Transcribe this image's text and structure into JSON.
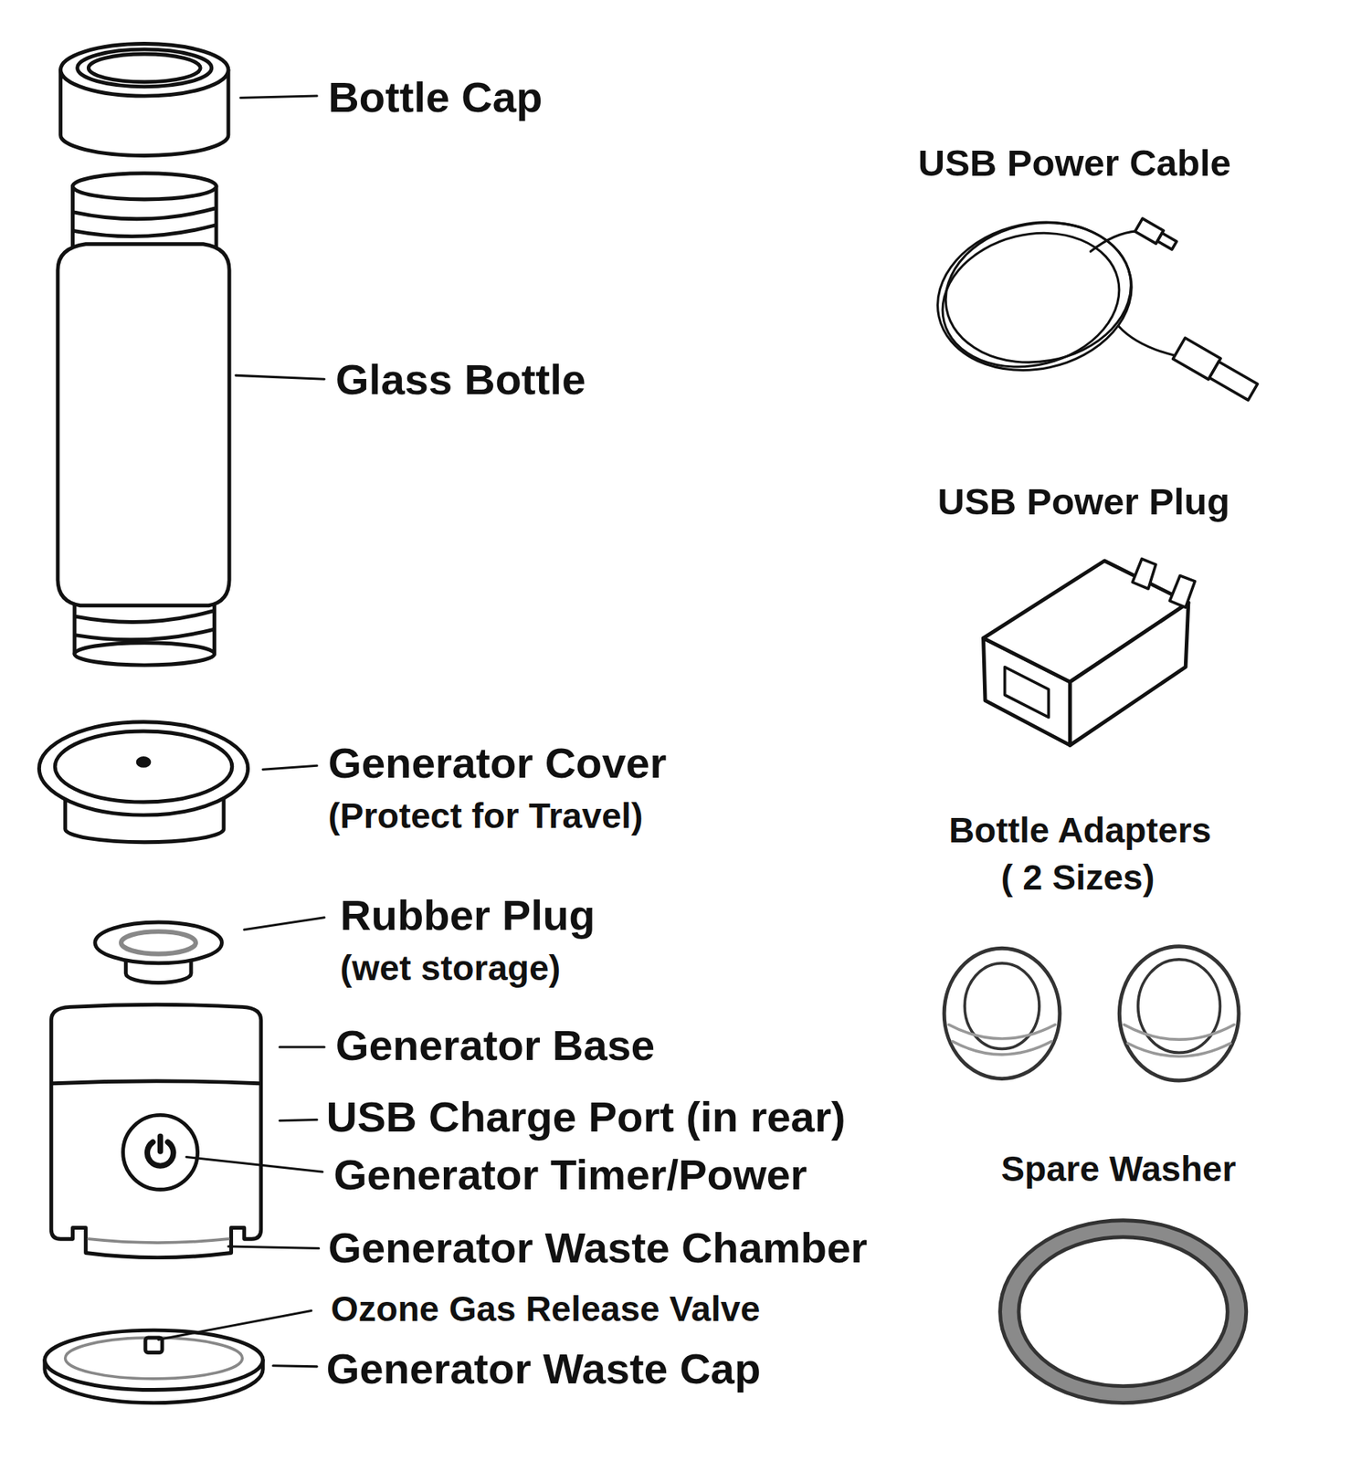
{
  "diagram": {
    "labels": [
      "Bottle Cap",
      "USB Power Cable",
      "Glass Bottle",
      "USB Power Plug",
      "Generator Cover",
      "(Protect for Travel)",
      "Bottle Adapters",
      "( 2 Sizes)",
      "Rubber Plug",
      "(wet storage)",
      "Generator Base",
      "USB Charge Port (in rear)",
      "Generator Timer/Power",
      "Spare Washer",
      "Generator Waste Chamber",
      "Ozone Gas Release Valve",
      "Generator Waste Cap"
    ]
  }
}
